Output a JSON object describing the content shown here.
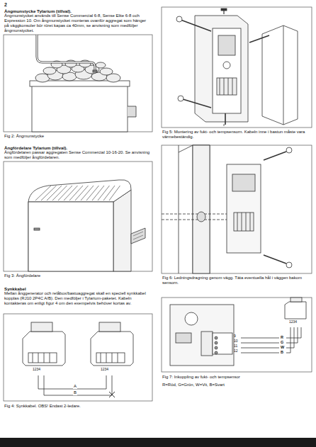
{
  "diagram": {
    "labels": [
      "2",
      "Ångmunstycke Tylarium (tillval).",
      "Ångmunstycket används till Sense Commercial 6-8, Sense Elite 6-8 och Expression 10. Om ångmunstycket monteras ovanför aggregat som hänger på väggkonsoler bör röret kapas ca 40mm, se anvisning som medföljer ångmunstycket.",
      "Fig 2: Ångmunstycke",
      "Ångfördelare Tylarium (tillval).",
      "Ångfördelaren passar aggregaten Sense Commercial 10-16-20. Se anvisning som medföljer ångfördelaren.",
      "Fig 3: Ångfördelare",
      "Synkkabel",
      "Mellan ånggenerator och relåbox/bastuaggregat skall en speciell synkkabel kopplas (RJ10 2P4C A/B). Den medföljer i Tylarium-paketet. Kabeln kontakteras om enligt figur 4 om den exempelvis behöver kortas av.",
      "1234",
      "1234",
      "A",
      "B",
      "Fig 4: Synkkabel. OBS! Endast 2-ledare.",
      "Fig 5: Montering av fukt- och tempsensorn. Kabeln inne i bastun måste vara värmebeständig.",
      "Fig 6: Ledningsdragning genom vägg. Täta eventuella hål i väggen bakom sensorn.",
      "1234",
      "R",
      "G",
      "W",
      "B",
      "9",
      "10",
      "11",
      "12",
      "Fig 7: Inkoppling av fukt- och tempsensor",
      "R=Röd, G=Grön, W=Vit, B=Svart"
    ]
  }
}
